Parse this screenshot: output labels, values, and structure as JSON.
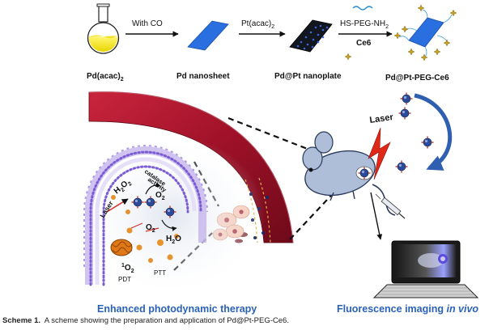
{
  "top_row": {
    "flask_label_main": "Pd(acac)",
    "flask_label_sub": "2",
    "step1": "With CO",
    "nanosheet": "Pd nanosheet",
    "step2_main": "Pt(acac)",
    "step2_sub": "2",
    "nanoplate": "Pd@Pt nanoplate",
    "step3_reagent": "HS-PEG-NH",
    "step3_reagent_sub": "2",
    "step3_ce6": "Ce6",
    "product": "Pd@Pt-PEG-Ce6"
  },
  "left_panel": {
    "title": "Enhanced photodynamic therapy",
    "laser": "Laser",
    "h2o2_main": "H",
    "h2o2_sub1": "2",
    "h2o2_mid": "O",
    "h2o2_sub2": "2",
    "catalase_line1": "catalase",
    "catalase_line2": "activity",
    "o2_top": "O",
    "o2_top_sub": "2",
    "o2_mid": "O",
    "o2_mid_sub": "2",
    "h2o_main": "H",
    "h2o_sub": "2",
    "h2o_end": "O",
    "singlet_sup": "1",
    "singlet": "O",
    "singlet_sub": "2",
    "pdt": "PDT",
    "ptt": "PTT"
  },
  "right_panel": {
    "laser": "Laser",
    "title_main": "Fluorescence imaging",
    "title_italic": "in vivo"
  },
  "caption": {
    "label": "Scheme 1.",
    "text": "A scheme showing the preparation and application of Pd@Pt-PEG-Ce6."
  },
  "colors": {
    "vessel": "#a3142c",
    "membrane_head": "#8a6fd6",
    "panel_title": "#2b62b8",
    "flask_liquid": "#f5e600",
    "nanosheet": "#2a6fe0",
    "ce6": "#c8a020",
    "arrow_blue": "#2f5fb0"
  }
}
